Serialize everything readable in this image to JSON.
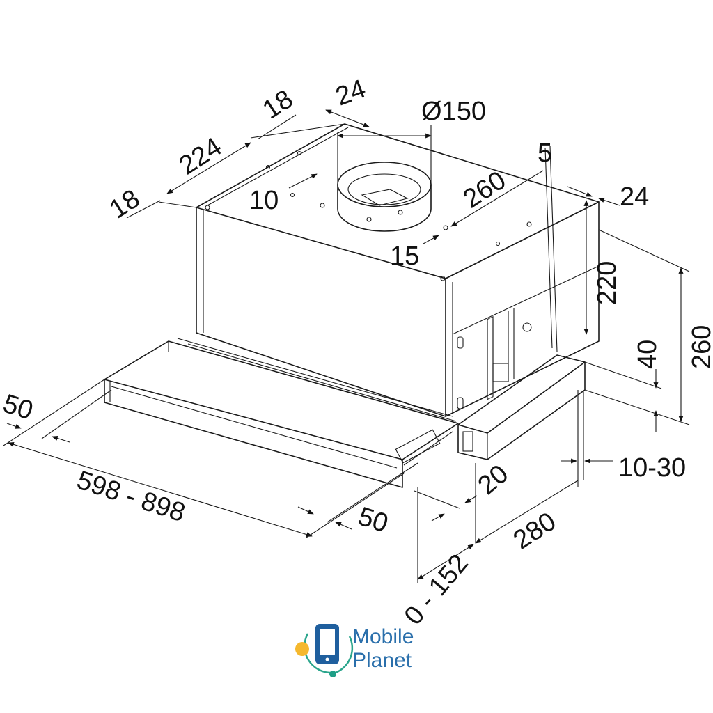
{
  "diagram": {
    "subject": "Telescopic cooker hood dimension drawing",
    "units": "mm",
    "dimensions": {
      "top_left_edge_offset": "18",
      "top_depth_span": "224",
      "top_back_edge_offset": "18",
      "top_panel_thickness": "24",
      "outlet_offset_side": "10",
      "outlet_diameter": "Ø150",
      "outlet_to_front": "260",
      "outlet_offset_front": "15",
      "front_panel_offset": "5",
      "right_panel_thickness": "24",
      "body_height": "220",
      "visor_height": "40",
      "total_height": "260",
      "wall_gap": "10-30",
      "visor_side_margin": "50",
      "width_range": "598 - 898",
      "visor_front_margin": "50",
      "visor_step": "20",
      "depth": "280",
      "visor_extension": "0 - 152"
    }
  },
  "watermark": {
    "line1": "Mobile",
    "line2": "Planet",
    "colors": {
      "text": "#2a6fab",
      "phone": "#1f5f9e",
      "orbit": "#2aa58c",
      "dot_yellow": "#f5b82e",
      "dot_teal": "#1e9e86"
    }
  }
}
